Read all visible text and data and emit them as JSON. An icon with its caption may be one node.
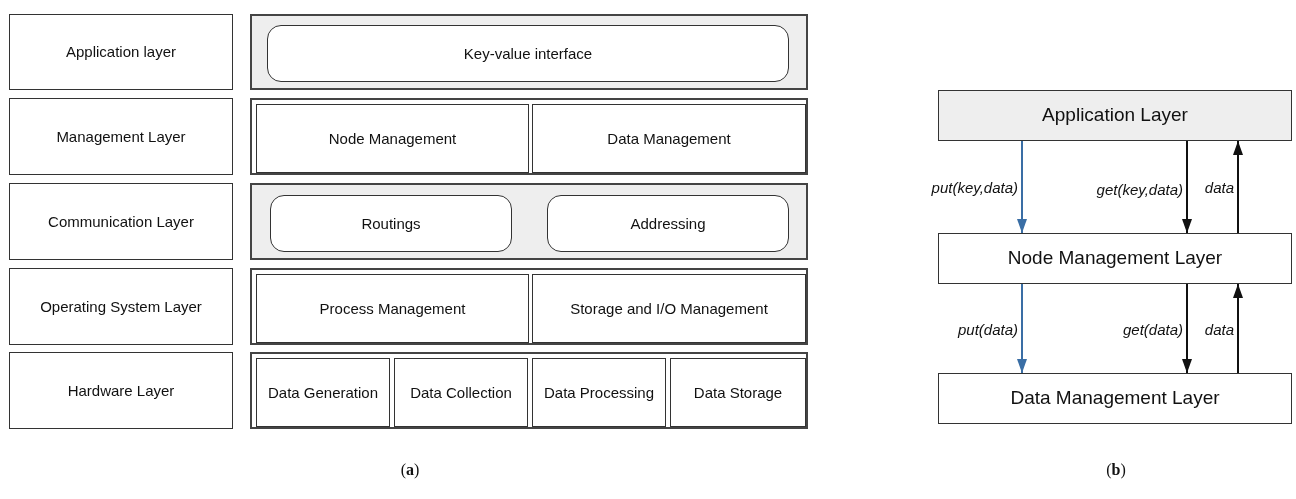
{
  "diagram": {
    "nodes": [
      {
        "text": [
          "Application layer"
        ]
      },
      {
        "text": [],
        "shape": "box"
      },
      {
        "text": [
          "Key-value interface"
        ],
        "in": 1
      },
      {
        "text": [
          "Management Layer"
        ]
      },
      {
        "text": [],
        "shape": "box"
      },
      {
        "text": [
          "Node Management"
        ],
        "in": 4
      },
      {
        "text": [
          "Data Management"
        ],
        "in": 4
      },
      {
        "text": [
          "Communication Layer"
        ]
      },
      {
        "text": [],
        "shape": "box"
      },
      {
        "text": [
          "Routings"
        ],
        "in": 8
      },
      {
        "text": [
          "Addressing"
        ],
        "in": 8
      },
      {
        "text": [
          "Operating System Layer"
        ]
      },
      {
        "text": [],
        "shape": "box"
      },
      {
        "text": [
          "Process Management"
        ],
        "in": 12
      },
      {
        "text": [
          "Storage and I/O Management"
        ],
        "in": 12
      },
      {
        "text": [
          "Hardware Layer"
        ]
      },
      {
        "text": [],
        "shape": "box"
      },
      {
        "text": [
          "Data Generation"
        ],
        "in": 16
      },
      {
        "text": [
          "Data Collection"
        ],
        "in": 16
      },
      {
        "text": [
          "Data Processing"
        ],
        "in": 16
      },
      {
        "text": [
          "Data Storage"
        ],
        "in": 16
      },
      {
        "text": [
          "Application Layer"
        ]
      },
      {
        "text": [
          "Node Management Layer"
        ]
      },
      {
        "text": [
          "Data Management Layer"
        ]
      }
    ],
    "edges": [
      {
        "from": 21,
        "to": 22,
        "arrow": "to",
        "label": "put(key,data)",
        "color": "#3a6ea5"
      },
      {
        "from": 21,
        "to": 22,
        "arrow": "to",
        "label": "get(key,data)"
      },
      {
        "from": 22,
        "to": 21,
        "arrow": "to",
        "label": "data"
      },
      {
        "from": 22,
        "to": 23,
        "arrow": "to",
        "label": "put(data)",
        "color": "#3a6ea5"
      },
      {
        "from": 22,
        "to": 23,
        "arrow": "to",
        "label": "get(data)"
      },
      {
        "from": 23,
        "to": 22,
        "arrow": "to",
        "label": "data"
      }
    ],
    "labels": [
      "(**a**)",
      "(**b**)"
    ]
  }
}
